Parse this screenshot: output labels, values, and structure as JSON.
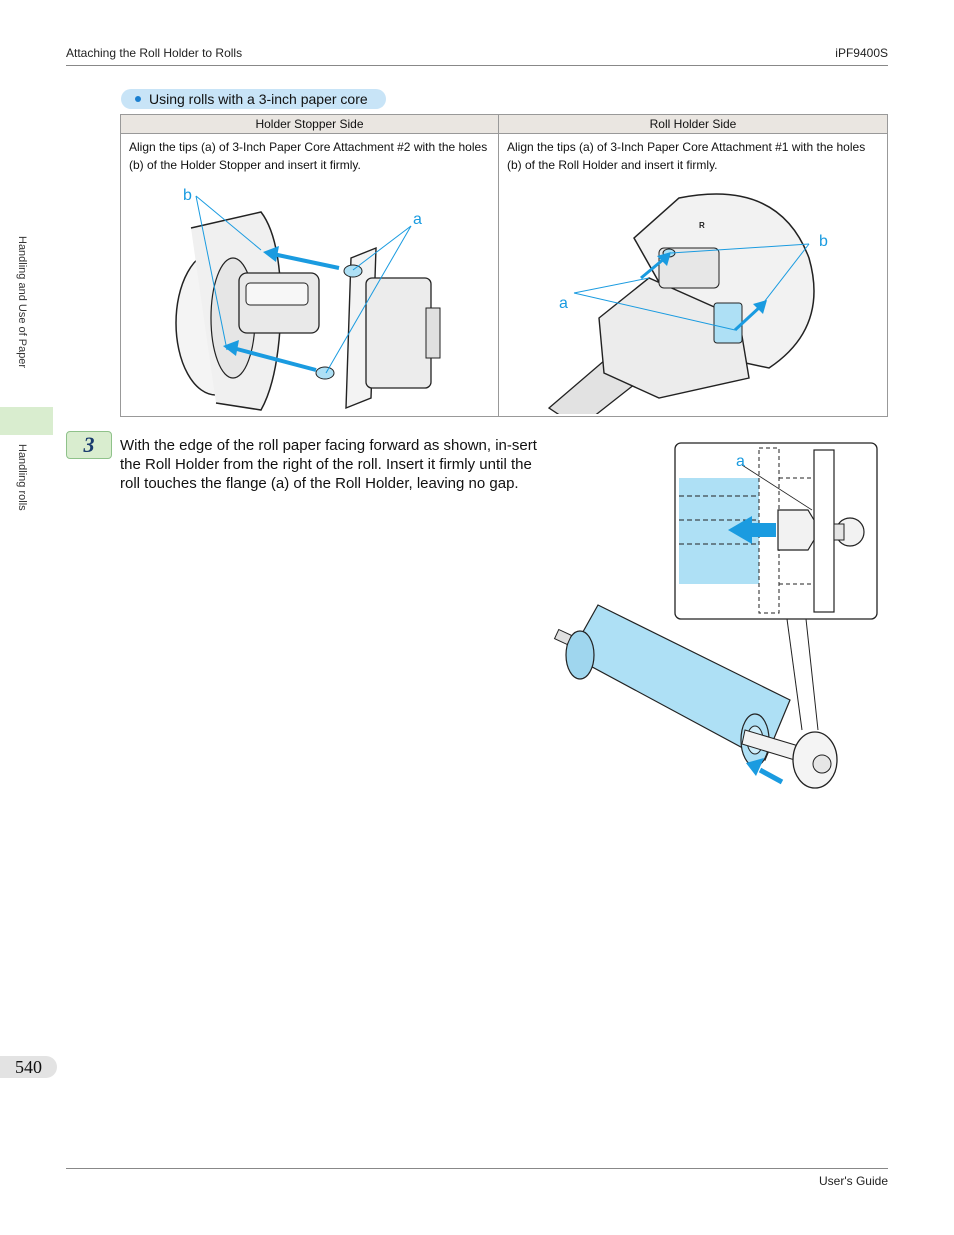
{
  "header": {
    "section": "Attaching the Roll Holder to Rolls",
    "model": "iPF9400S"
  },
  "side_nav": {
    "chapter": "Handling and Use of Paper",
    "subsection": "Handling rolls"
  },
  "bullet": {
    "label": "Using rolls with a 3-inch paper core"
  },
  "table": {
    "headers": [
      "Holder Stopper Side",
      "Roll Holder Side"
    ],
    "cells": [
      "Align the tips (a) of 3-Inch Paper Core Attachment #2 with the holes (b) of the Holder Stopper and insert it firmly.",
      "Align the tips (a) of 3-Inch Paper Core Attachment #1 with the holes (b) of the Roll Holder and insert it firmly."
    ],
    "fig_labels": {
      "a": "a",
      "b": "b",
      "r": "R"
    }
  },
  "step": {
    "number": "3",
    "text": "With the edge of the roll paper facing forward as shown, in-sert the Roll Holder from the right of the roll. Insert it firmly until the roll touches the flange (a) of the Roll Holder, leaving no gap.",
    "fig_label": "a"
  },
  "footer": {
    "page": "540",
    "guide": "User's Guide"
  },
  "colors": {
    "accent_blue": "#1a9be0",
    "paper_blue": "#aee0f5",
    "green_tab": "#d9edcf"
  }
}
